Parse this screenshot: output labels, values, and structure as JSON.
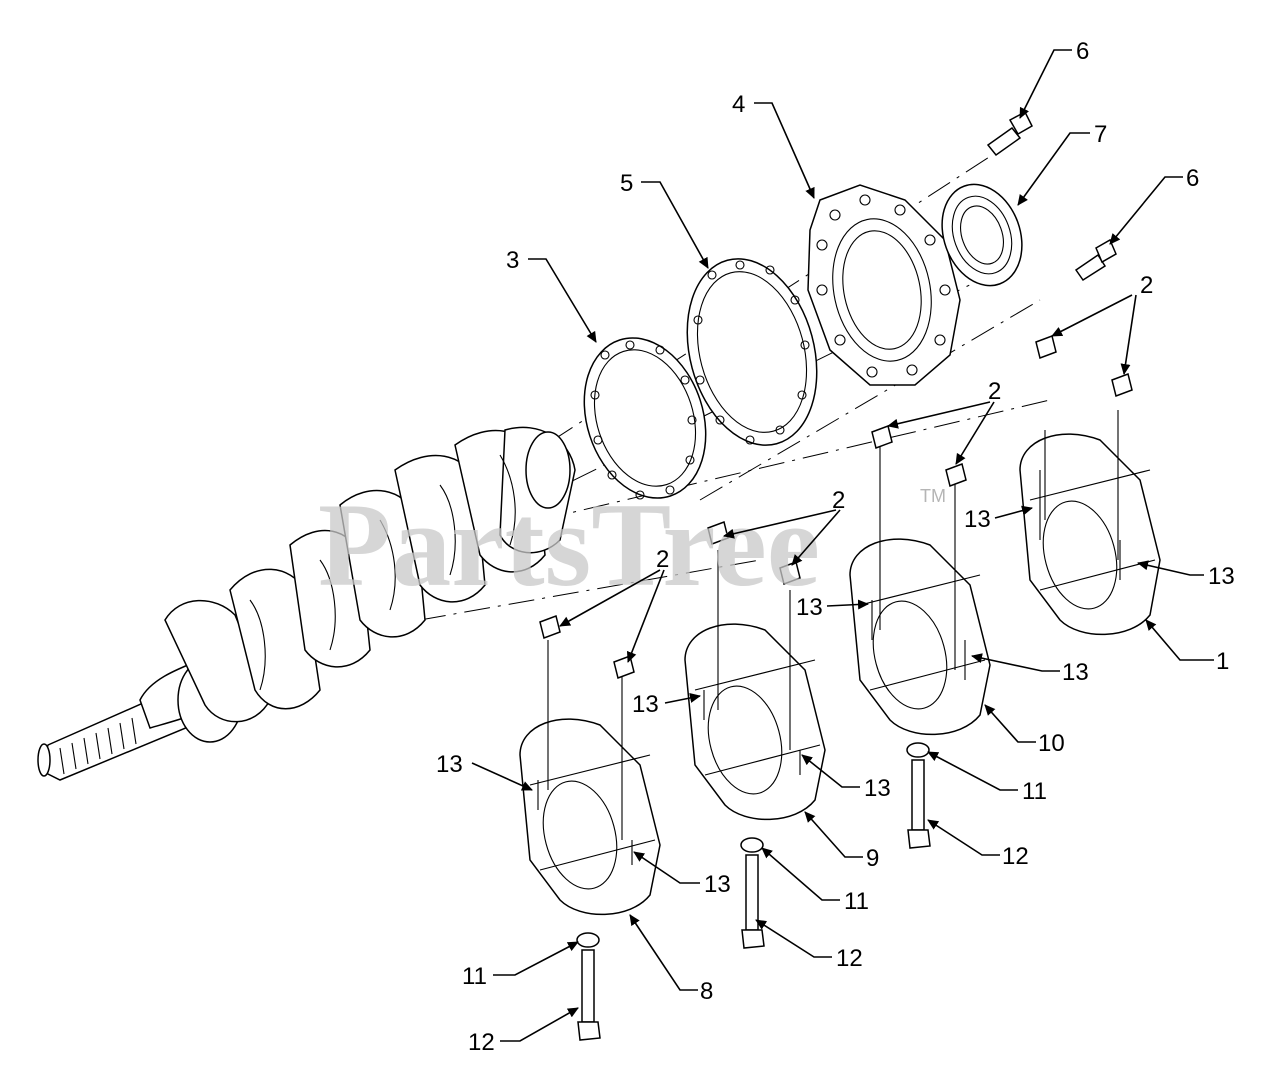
{
  "watermark": {
    "text": "PartsTree",
    "trademark": "TM"
  },
  "callouts": [
    {
      "id": "c1",
      "label": "1"
    },
    {
      "id": "c2a",
      "label": "2"
    },
    {
      "id": "c2b",
      "label": "2"
    },
    {
      "id": "c2c",
      "label": "2"
    },
    {
      "id": "c2d",
      "label": "2"
    },
    {
      "id": "c3",
      "label": "3"
    },
    {
      "id": "c4",
      "label": "4"
    },
    {
      "id": "c5",
      "label": "5"
    },
    {
      "id": "c6a",
      "label": "6"
    },
    {
      "id": "c6b",
      "label": "6"
    },
    {
      "id": "c7",
      "label": "7"
    },
    {
      "id": "c8",
      "label": "8"
    },
    {
      "id": "c9",
      "label": "9"
    },
    {
      "id": "c10",
      "label": "10"
    },
    {
      "id": "c11a",
      "label": "11"
    },
    {
      "id": "c11b",
      "label": "11"
    },
    {
      "id": "c11c",
      "label": "11"
    },
    {
      "id": "c12a",
      "label": "12"
    },
    {
      "id": "c12b",
      "label": "12"
    },
    {
      "id": "c12c",
      "label": "12"
    },
    {
      "id": "c13a",
      "label": "13"
    },
    {
      "id": "c13b",
      "label": "13"
    },
    {
      "id": "c13c",
      "label": "13"
    },
    {
      "id": "c13d",
      "label": "13"
    },
    {
      "id": "c13e",
      "label": "13"
    },
    {
      "id": "c13f",
      "label": "13"
    },
    {
      "id": "c13g",
      "label": "13"
    },
    {
      "id": "c13h",
      "label": "13"
    }
  ]
}
